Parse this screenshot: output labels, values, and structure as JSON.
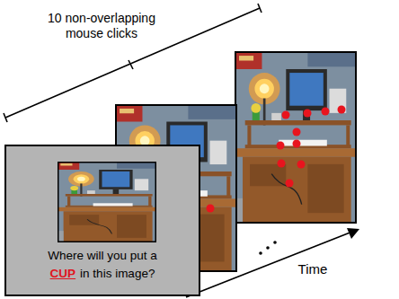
{
  "diagram": {
    "nodes": [
      {
        "text": [
          "Where will you put a",
          "CUP",
          "in this image?"
        ]
      }
    ],
    "labels": [
      "10 non-overlapping mouse clicks",
      "Time"
    ]
  }
}
